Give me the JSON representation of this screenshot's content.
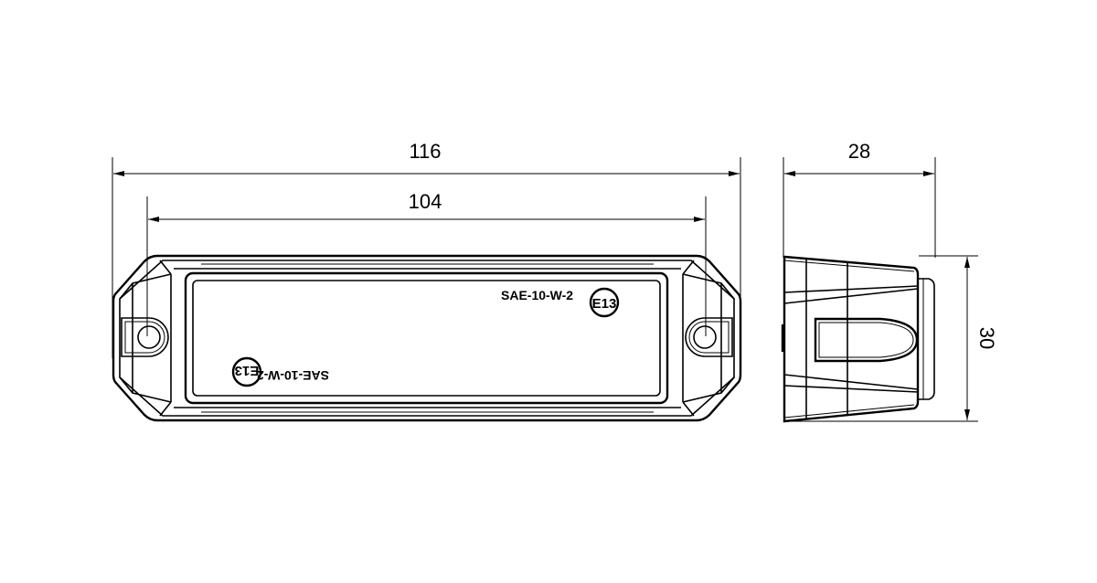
{
  "drawing": {
    "dimensions": {
      "overall_length": "116",
      "mounting_hole_spacing": "104",
      "depth": "28",
      "height": "30"
    },
    "markings": {
      "front_label": "SAE-10-W-2",
      "front_cert": "E13",
      "rotated_label": "SAE-10-W-2",
      "rotated_cert": "E13"
    },
    "line_color": "#000000"
  }
}
